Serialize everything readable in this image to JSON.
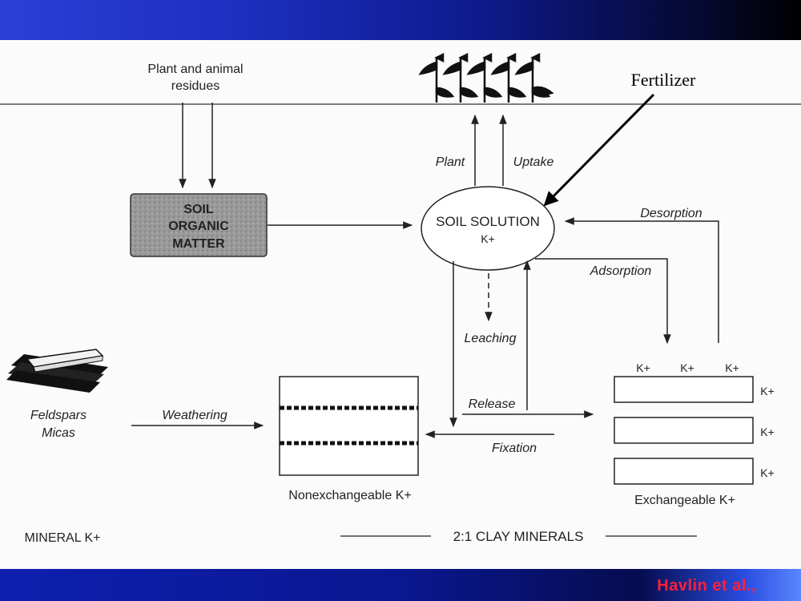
{
  "diagram": {
    "residues_line1": "Plant and animal",
    "residues_line2": "residues",
    "fertilizer": "Fertilizer",
    "som_line1": "SOIL",
    "som_line2": "ORGANIC",
    "som_line3": "MATTER",
    "solution_line1": "SOIL SOLUTION",
    "solution_line2": "K+",
    "plant": "Plant",
    "uptake": "Uptake",
    "desorption": "Desorption",
    "adsorption": "Adsorption",
    "leaching": "Leaching",
    "release": "Release",
    "fixation": "Fixation",
    "weathering": "Weathering",
    "feldspars": "Feldspars",
    "micas": "Micas",
    "nonexchangeable": "Nonexchangeable K+",
    "exchangeable": "Exchangeable K+",
    "k_label": "K+",
    "mineral": "MINERAL K+",
    "clay": "2:1 CLAY MINERALS"
  },
  "footer": {
    "citation": "Havlin et al.,"
  },
  "colors": {
    "citation": "#ff1f3a",
    "topbar": "#1d2fc0",
    "bottombar": "#0a1790"
  }
}
